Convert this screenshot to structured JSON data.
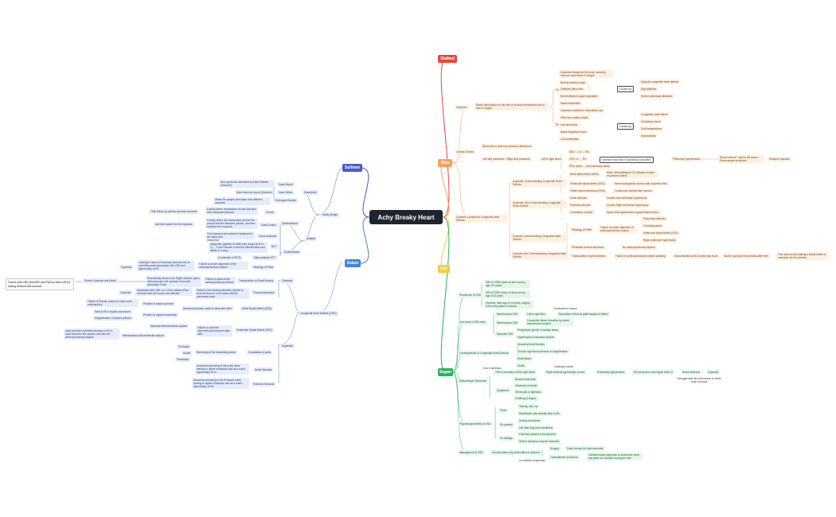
{
  "root": {
    "title": "Achy Breaky Heart"
  },
  "branches": {
    "stalked": {
      "label": "Stalked",
      "color": "#e14a3c"
    },
    "risa": {
      "label": "Risa",
      "color": "#f3a35b"
    },
    "lily": {
      "label": "Lily",
      "color": "#f2cd3a"
    },
    "sagan": {
      "label": "Sagan",
      "color": "#26b25f"
    },
    "sullivan": {
      "label": "Sullivan",
      "color": "#4a5bc6"
    },
    "salam": {
      "label": "Salam",
      "color": "#3f86dd"
    }
  },
  "left_nodes": {
    "descriptive": "Descriptive",
    "case_report": "Case Report",
    "case_series": "Case Series",
    "ecologic": "Ecological Studies",
    "cr_desc": "New syndrome described by Dale Dobbles (Gaucher)",
    "cs_desc": "More than one report (Gaucher)",
    "eco_desc": "When the sample size taken from different countries",
    "observational": "Observational",
    "cohort": "Cohort",
    "case_control": "Case-Control",
    "cross_sectional": "Cross-sectional",
    "cohort_desc": "A study where researchers choose exposed and unexposed persons",
    "cohort_start": "Then follow up until an outcome occurred",
    "cc_desc": "A study where the researchers choose the people that are diseased (cases), and then research the exposure",
    "cc_start": "and then search for the exposure",
    "xs_desc": "The exposure and outcome measured in the same time",
    "xs_desc2": "(snapshot)",
    "analytic": "Analytic",
    "experimental": "Experimental",
    "rct": "RCT",
    "rct_desc": "Assign the patients to either take drug A (A B or C) ... A and Placebo to test the effectiveness and safety of a drug",
    "meta": "Meta-analysis RCT",
    "collection": "A collection of RCTs",
    "study_design": "Study Design",
    "chd": "Congenital Heart Defects (CHD)",
    "cyanosis": "Cyanosis",
    "tetralogy": "Tetralogy of Fallot",
    "tof_desc": "Failure to proper alignment of the aorticopulmonary septum",
    "tof_cyan": "Cyanosis",
    "tof_cyan_desc": "Leading to have a Pulmonary stenosis and an overriding aorta associated with VSD and hypertrophy of RV",
    "transposition": "Transposition of Great Vessels",
    "tgv_desc": "Failure to spiral of the aorticopulmonary defects",
    "tgv_path": "Rota directly blood in the Right ventricle opens with aorta and Left ventricle Goes with pulmonary Trunk",
    "tgv_out": "Severe Cyanosis and Death",
    "tgv_note": "Comes with VSD and ASD and PDA so there will be mixing of blood and survival",
    "truncus": "Truncus Arteriosus",
    "truncus_desc": "Failure of the aorticopulmonary septum to form the truncus to the aorta and the pulmonary trunk",
    "truncus_assoc": "associated with VSD so 1 of the outflow of the ventricle from the truncus are affected",
    "truncus_cyan": "Cyanosis",
    "acyanotic": "Acyanotic",
    "asd": "Atrial Septal Defect (ASD)",
    "asd_desc": "Abnormal foramen ovale to close after birth",
    "asd_1": "Failure of Septum primum to fuse to the endocardium",
    "asd_1a": "Problem in septum primum",
    "asd_2": "Hard to fill in septum secundum",
    "asd_2a": "Problem in septum secundum",
    "asd_3": "Degeneration of septum primum",
    "vsd": "Ventricular Septal Defect (VSD)",
    "vsd_desc": "Failure to close the interventricular foramen after birth",
    "vsd_musc": "Muscular interventricular septum",
    "vsd_memb": "Membranous interventricular septum",
    "vsd_memb_desc": "most common of defects because of the 3 sides that form this septum and also the aorticopulmonary septum",
    "coarct": "Coarctation of aorta",
    "coarct_desc": "Narrowing of the descending aorta",
    "coarct_1": "Preductal",
    "coarct_2": "Ductal",
    "coarct_3": "Postductal",
    "aortic": "Aortic Stenosis",
    "aortic_desc": "Abnormal narrowing of the aortic valve leading to higher resistance and as a result hypertrophy of LV",
    "pulmonic": "Pulmonic Stenosis",
    "pulmonic_desc": "Abnormal narrowing of the Pulmonic valve leading to higher resistance and as a result hypertrophy of RV"
  },
  "right_nodes": {
    "cyanosis": "Cyanosis",
    "cyan_desc": "Bluish discoloration of the skin or mucous membranes due to lack of oxygen",
    "central": "Central Cyanosis",
    "c1": "Cyanosis throughout the body, including mucous membranes & tongue",
    "c2": "Normal cardiac output",
    "c3": "Sufficient blood flow",
    "c4": "But insufficient oxygen saturation",
    "c5": "Warm extremities",
    "peripheral": "Peripheral Cyanosis",
    "p1": "Cyanosis is limited to extremities only",
    "p2": "Often low cardiac output",
    "p3": "Low blood flow",
    "p4": "Bluish fingertips & toes",
    "p5": "Cold extremities",
    "caused_by_1": "Caused by",
    "cb1_1": "Cyanotic congenital heart defects",
    "cb1_2": "High altitudes",
    "cb1_3": "Severe pulmonary diseases",
    "caused_by_2": "Caused by",
    "cb2_1": "Congestive heart failure",
    "cb2_2": "Circulatory shock",
    "cb2_3": "Cold temperatures",
    "cb2_4": "Hypovolemia",
    "shunts": "Cardiac Shunts",
    "shunt_desc": "Blood flow is driven by pressure differences",
    "left_press": "Left side pressures > Right side pressures",
    "ltr": "Left to right shunt",
    "l1": "ASD → LA → RA",
    "l2": "VSD: LV → RV",
    "l3": "PDA: Aorta → Left pulmonary artery",
    "inc_flow": "Increase blood flow in pulmonary circulation",
    "pulm_htn": "Pulmonary hypertension",
    "shunt_rev": "Shunt reversal - right to left shunt = Eisenmenger syndrome",
    "late_cyan": "Delayed Cyanosis",
    "cyan_acyan": "Cyanotic & Acyanotic Congenital heart Defects",
    "acy_comm": "Acyanotic Communicating Congenital Heart Defects",
    "ac1": "Atrial septal defect (ASD)",
    "ac1_d": "Wide, fixed splitting of S2 (delayed closure of pulmonic valve)",
    "ac2": "Ventricular septal defect (VSD)",
    "ac2_d": "Harsh holosystolic murmur with loudness/ thrill",
    "ac3": "Patent ductus arteriosus (PDA)",
    "ac3_d": "Continuous machine-like murmur",
    "acy_noncomm": "Acyanotic Non-Communicating Congenital Heart Defects",
    "an1": "Aortic stenosis",
    "an1_d": "Causes Left ventricular hypertrophy",
    "an2": "Pulmonic stenosis",
    "an2_d": "Causes Right ventricular hypertrophy",
    "an3": "Coarctation of aorta",
    "an3_d": "Upper limb hypertension; hypoperfusion below",
    "cy_comm": "Cyanotic Communicating Congenital Heart Defects",
    "tof": "Tetralogy of Fallot",
    "tof_d": "Failure of proper alignment of aorticopulmonary septum",
    "t1": "Pulmonary stenosis",
    "t2": "Overriding aorta",
    "t3": "Ventricular septal defect (VSD)",
    "t4": "Right ventricular hypertrophy",
    "truncus": "Persistent truncus arteriosus",
    "truncus_d": "No aorticopulmonary septum",
    "cy_noncomm": "Cyanotic Non-Communicating Congenital Heart Defects",
    "tga": "Transposition of great arteries",
    "tga_d": "Failure of aorticopulmonary septum spiraling",
    "tga_d2": "Disconnected aorta & pulmonary trunk",
    "tga_d3": "Severe cyanosis that persists after birth",
    "tga_d4": "This case means making a septal defect to neutralize for the problem",
    "prev": "Prevalence of VSD",
    "pv1": "30% of VSDs close on their own by age of 2 years",
    "pv2": "50% of VSDs close on their own by age of 10 years",
    "pv3": "However, after age of 10 years, surgery is the only option of closure",
    "hvsd": "How does a VSD close",
    "hv1": "Membranous VSD",
    "hv1_a": "Left to right flow",
    "hv1_b": "Deposition of fibrous graft margins of defect",
    "hv1_c": "Conducted to closure",
    "hv2": "Membranous VSD",
    "hv2_d": "Connective tissue formation by native membranous septum",
    "hv3": "Muscular VSD",
    "hv3_a": "Progressive growth of cardiac tissue",
    "hv3_b": "Hypertrophy of muscular septum",
    "consq": "Consequences of Congenital Heart Defects",
    "cq1": "Abnormal heart function",
    "cq2": "Chronic high blood pressure in lungs/lesions",
    "cq3": "Heart failure",
    "cq4": "Death",
    "eis": "Eisenmenger Syndrome",
    "eis_1": "VSD is normally a left to right shunt",
    "eis_2": "Right ventricle hypertrophy occurs",
    "eis_3": "Pulmonary hypertension",
    "eis_4": "RV pressure is now higher than LV",
    "eis_5": "Shunt reversed",
    "eis_6": "Cyanosis",
    "eis_7": "Deoxygenated blood reversed to whole body via shunt",
    "eis_how": "How it develops",
    "eis_lead": "Leading to cause",
    "sym": "Symptoms",
    "s1": "Blurred heart beat",
    "s2": "Tiredness of breath",
    "s3": "Chest pain or tightness",
    "s4": "Clubbing of fingers",
    "psy": "Psychological effect of VSD",
    "ps1": "Fever",
    "ps1a": "Tearing, sad, cry",
    "ps1b": "Depression may develop later in life",
    "ps2": "On parents",
    "ps2a": "Anxiety and stress",
    "ps2b": "Life after long-term conditions",
    "ps3": "On siblings",
    "ps3a": "Feel their parents is occupied for",
    "ps3b": "Guilt in behaviour may be observed",
    "mgmt": "Management of VSD",
    "mg1": "In most cases only observation is required",
    "mg2": "Surgery",
    "mg2a": "Patch closure for holes accurate",
    "mg3": "Transcatheter procedure",
    "mg3a": "Catheter-based approach to access the heart and place an occluder to plug the hole",
    "mg_cond": "in condition progresses"
  }
}
